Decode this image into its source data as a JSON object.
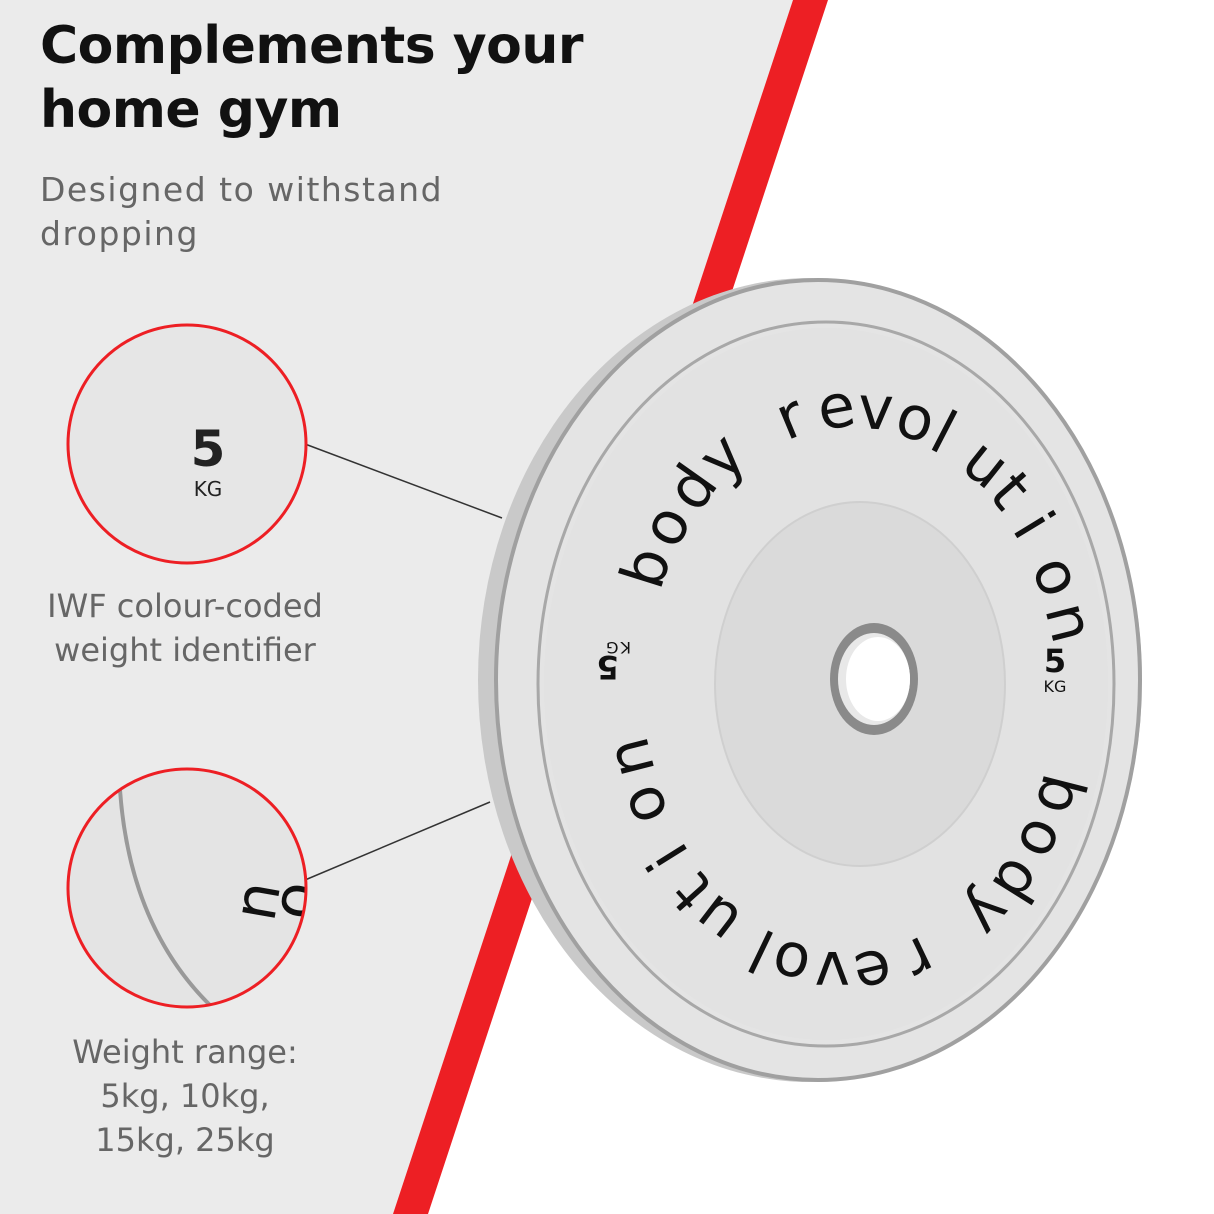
{
  "header": {
    "title_line1": "Complements your",
    "title_line2": "home gym",
    "subtitle": "Designed to withstand dropping"
  },
  "callouts": [
    {
      "caption_line1": "IWF colour-coded",
      "caption_line2": "weight identifier",
      "detail_weight": "5",
      "detail_unit": "KG"
    },
    {
      "caption_line1": "Weight range:",
      "caption_line2": "5kg, 10kg,",
      "caption_line3": "15kg, 25kg",
      "detail_text": "uo"
    }
  ],
  "plate": {
    "brand": "body revolution",
    "weight": "5",
    "unit": "KG"
  },
  "colors": {
    "background": "#ebebeb",
    "stripe": "#ed1f24",
    "plate": "#dcdcdc",
    "text_gray": "#666666"
  }
}
